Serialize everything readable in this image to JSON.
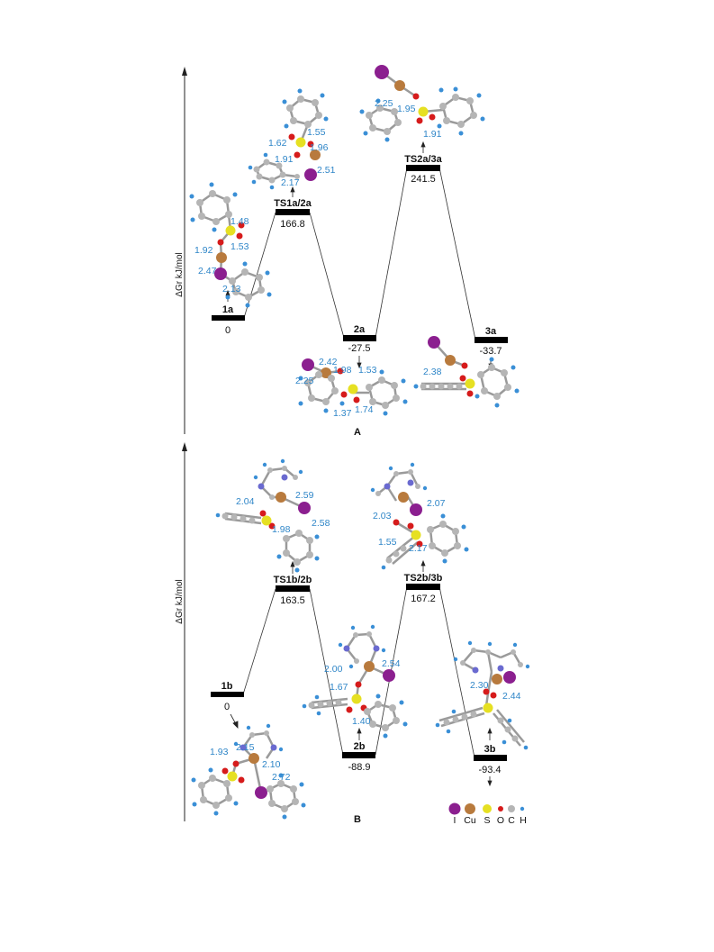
{
  "panels": [
    {
      "label": "A",
      "axis_label": "ΔGr kJ/mol",
      "levels": [
        {
          "id": "1a",
          "value": "0",
          "distances": [
            "1.48",
            "1.53",
            "1.92",
            "2.47",
            "2.13"
          ]
        },
        {
          "id": "TS1a/2a",
          "value": "166.8",
          "distances": [
            "1.55",
            "1.62",
            "1.96",
            "1.91",
            "2.51",
            "2.17"
          ]
        },
        {
          "id": "2a",
          "value": "-27.5",
          "distances": [
            "2.42",
            "1.98",
            "1.53",
            "2.25",
            "1.37",
            "1.74"
          ]
        },
        {
          "id": "TS2a/3a",
          "value": "241.5",
          "distances": [
            "2.25",
            "1.95",
            "1.91"
          ]
        },
        {
          "id": "3a",
          "value": "-33.7",
          "distances": [
            "2.38"
          ]
        }
      ]
    },
    {
      "label": "B",
      "axis_label": "ΔGr kJ/mol",
      "levels": [
        {
          "id": "1b",
          "value": "0",
          "distances": [
            "1.93",
            "2.15",
            "2.10",
            "2.72"
          ]
        },
        {
          "id": "TS1b/2b",
          "value": "163.5",
          "distances": [
            "2.04",
            "2.59",
            "1.98",
            "2.58"
          ]
        },
        {
          "id": "2b",
          "value": "-88.9",
          "distances": [
            "2.00",
            "2.54",
            "1.67",
            "1.40"
          ]
        },
        {
          "id": "TS2b/3b",
          "value": "167.2",
          "distances": [
            "2.03",
            "2.07",
            "1.55",
            "2.17"
          ]
        },
        {
          "id": "3b",
          "value": "-93.4",
          "distances": [
            "2.30",
            "2.44"
          ]
        }
      ]
    }
  ],
  "legend": [
    {
      "element": "I",
      "color": "#8b1f8f"
    },
    {
      "element": "Cu",
      "color": "#b87a3d"
    },
    {
      "element": "S",
      "color": "#e6e022"
    },
    {
      "element": "O",
      "color": "#d61b1b"
    },
    {
      "element": "C",
      "color": "#b5b5b5"
    },
    {
      "element": "H",
      "color": "#3a8fd6"
    }
  ],
  "colors": {
    "distance": "#2f86c8",
    "bar": "#000000",
    "line": "#333333"
  }
}
